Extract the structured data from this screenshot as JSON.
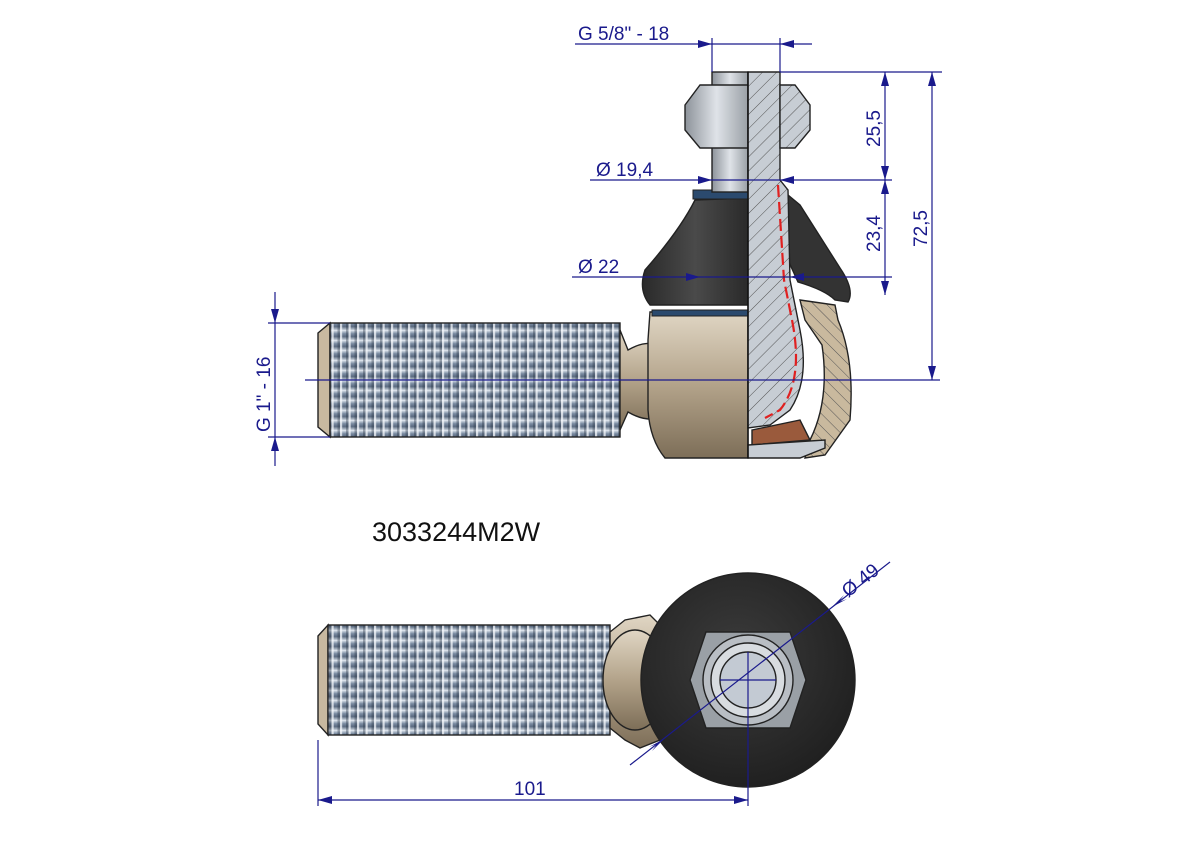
{
  "part_number": "3033244M2W",
  "dimensions": {
    "stud_thread": "G 5/8\" - 18",
    "shank_thread": "G 1\" - 16",
    "stud_length": "25,5",
    "boot_height": "23,4",
    "total_height": "72,5",
    "stud_diameter": "Ø 19,4",
    "boot_diameter": "Ø 22",
    "disc_diameter": "Ø 49",
    "length_to_center": "101"
  },
  "colors": {
    "dimension": "#1a1a8c",
    "boot": "#3a3a3a",
    "housing": "#b8a890",
    "thread": "#8fa0b4",
    "section_line": "#e02020",
    "bushing": "#9a5a3c"
  }
}
